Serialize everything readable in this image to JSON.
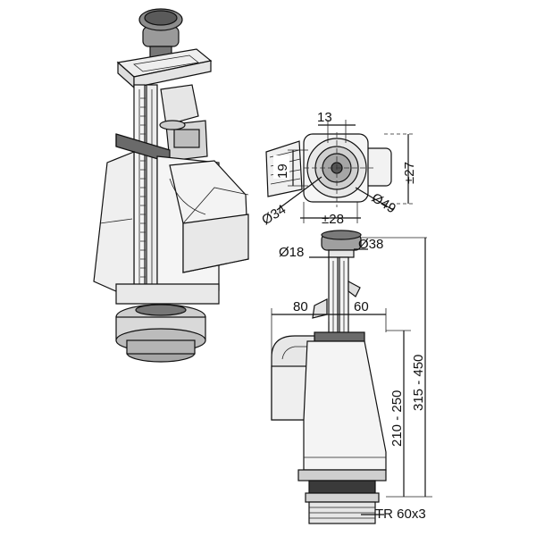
{
  "colors": {
    "line": "#111111",
    "body_fill": "#f2f2f2",
    "shade_fill": "#bdbdbd",
    "dark_fill": "#3a3a3a",
    "button_fill": "#9a9a9a",
    "strap_fill": "#6a6a6a"
  },
  "top_view": {
    "dim_13": "13",
    "dim_19": "19",
    "dim_27": "±27",
    "dim_28": "±28",
    "dim_34": "Ø34",
    "dim_49": "Ø49"
  },
  "side_view": {
    "dim_18": "Ø18",
    "dim_38": "Ø38",
    "dim_80": "80",
    "dim_60": "60",
    "dim_height_min": "210 - 250",
    "dim_height_max": "315 - 450",
    "dim_thread": "TR 60x3"
  }
}
